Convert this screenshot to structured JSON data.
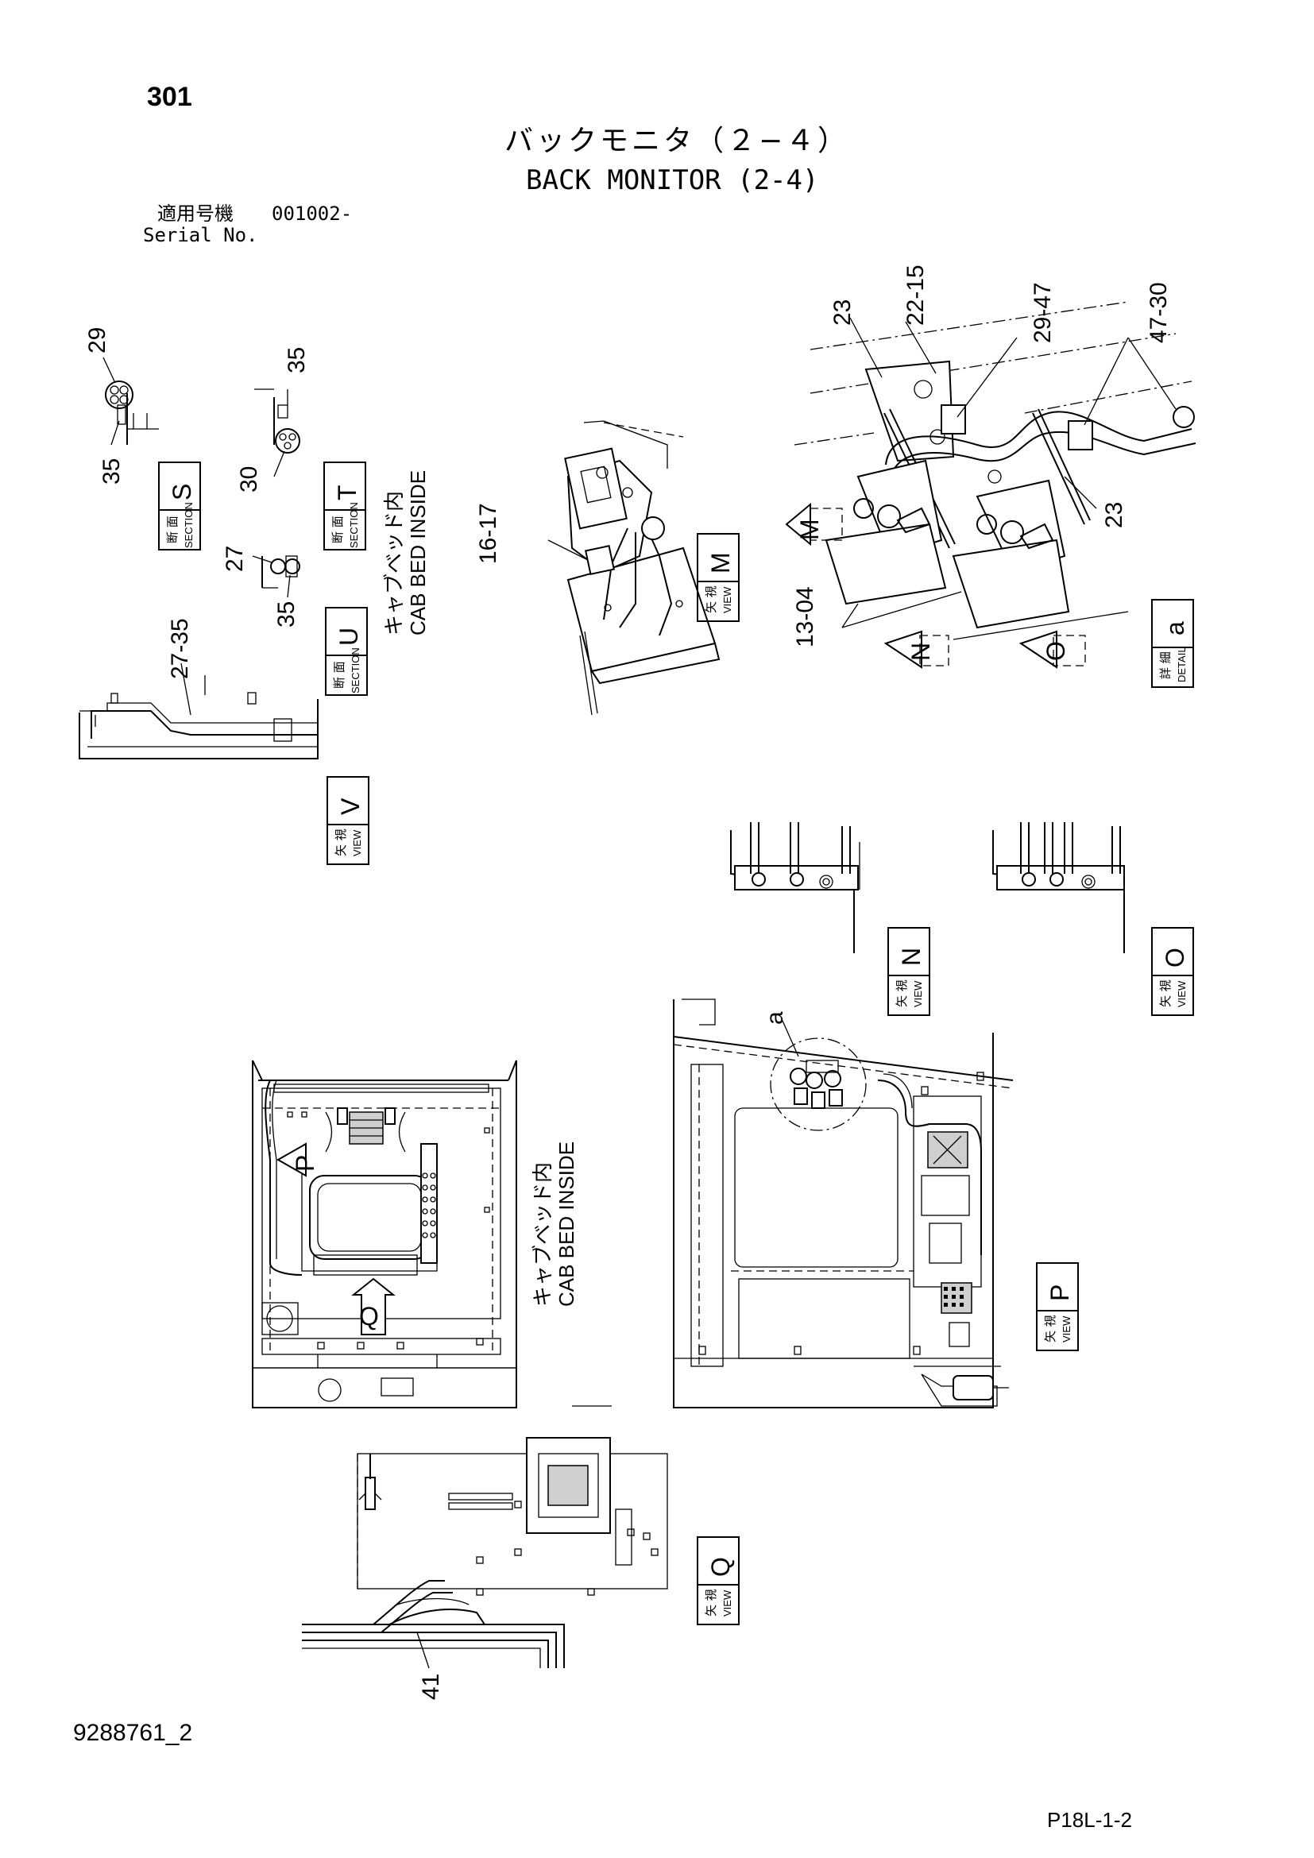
{
  "header": {
    "page_number": "301",
    "title_jp": "バックモニタ（２−４）",
    "title_en": "BACK MONITOR (2-4)",
    "serial_label_jp": "適用号機",
    "serial_value": "001002-",
    "serial_label_en": "Serial No."
  },
  "footer": {
    "document_number": "9288761_2",
    "sheet_code": "P18L-1-2"
  },
  "callouts": {
    "c29_s": "29",
    "c35_s": "35",
    "c35_t": "35",
    "c30_t": "30",
    "c27_u": "27",
    "c35_u": "35",
    "c27_35_v": "27-35",
    "c16_17": "16-17",
    "c23_a": "23",
    "c22_15": "22-15",
    "c29_47": "29-47",
    "c47_30": "47-30",
    "c23_b": "23",
    "c13_04": "13-04",
    "c41": "41",
    "c_a": "a"
  },
  "view_markers": {
    "m": "M",
    "n": "N",
    "o": "O",
    "p": "P",
    "q": "Q"
  },
  "tags": [
    {
      "letter": "S",
      "jp": "断 面",
      "en": "SECTION"
    },
    {
      "letter": "T",
      "jp": "断 面",
      "en": "SECTION"
    },
    {
      "letter": "U",
      "jp": "断 面",
      "en": "SECTION"
    },
    {
      "letter": "V",
      "jp": "矢 視",
      "en": "VIEW"
    },
    {
      "letter": "M",
      "jp": "矢 視",
      "en": "VIEW"
    },
    {
      "letter": "a",
      "jp": "詳 細",
      "en": "DETAIL"
    },
    {
      "letter": "N",
      "jp": "矢 視",
      "en": "VIEW"
    },
    {
      "letter": "O",
      "jp": "矢 視",
      "en": "VIEW"
    },
    {
      "letter": "P",
      "jp": "矢 視",
      "en": "VIEW"
    },
    {
      "letter": "Q",
      "jp": "矢 視",
      "en": "VIEW"
    }
  ],
  "notes": {
    "cab_bed_jp_1": "キャブベッド内",
    "cab_bed_en_1": "CAB BED INSIDE",
    "cab_bed_jp_2": "キャブベッド内",
    "cab_bed_en_2": "CAB BED INSIDE"
  }
}
